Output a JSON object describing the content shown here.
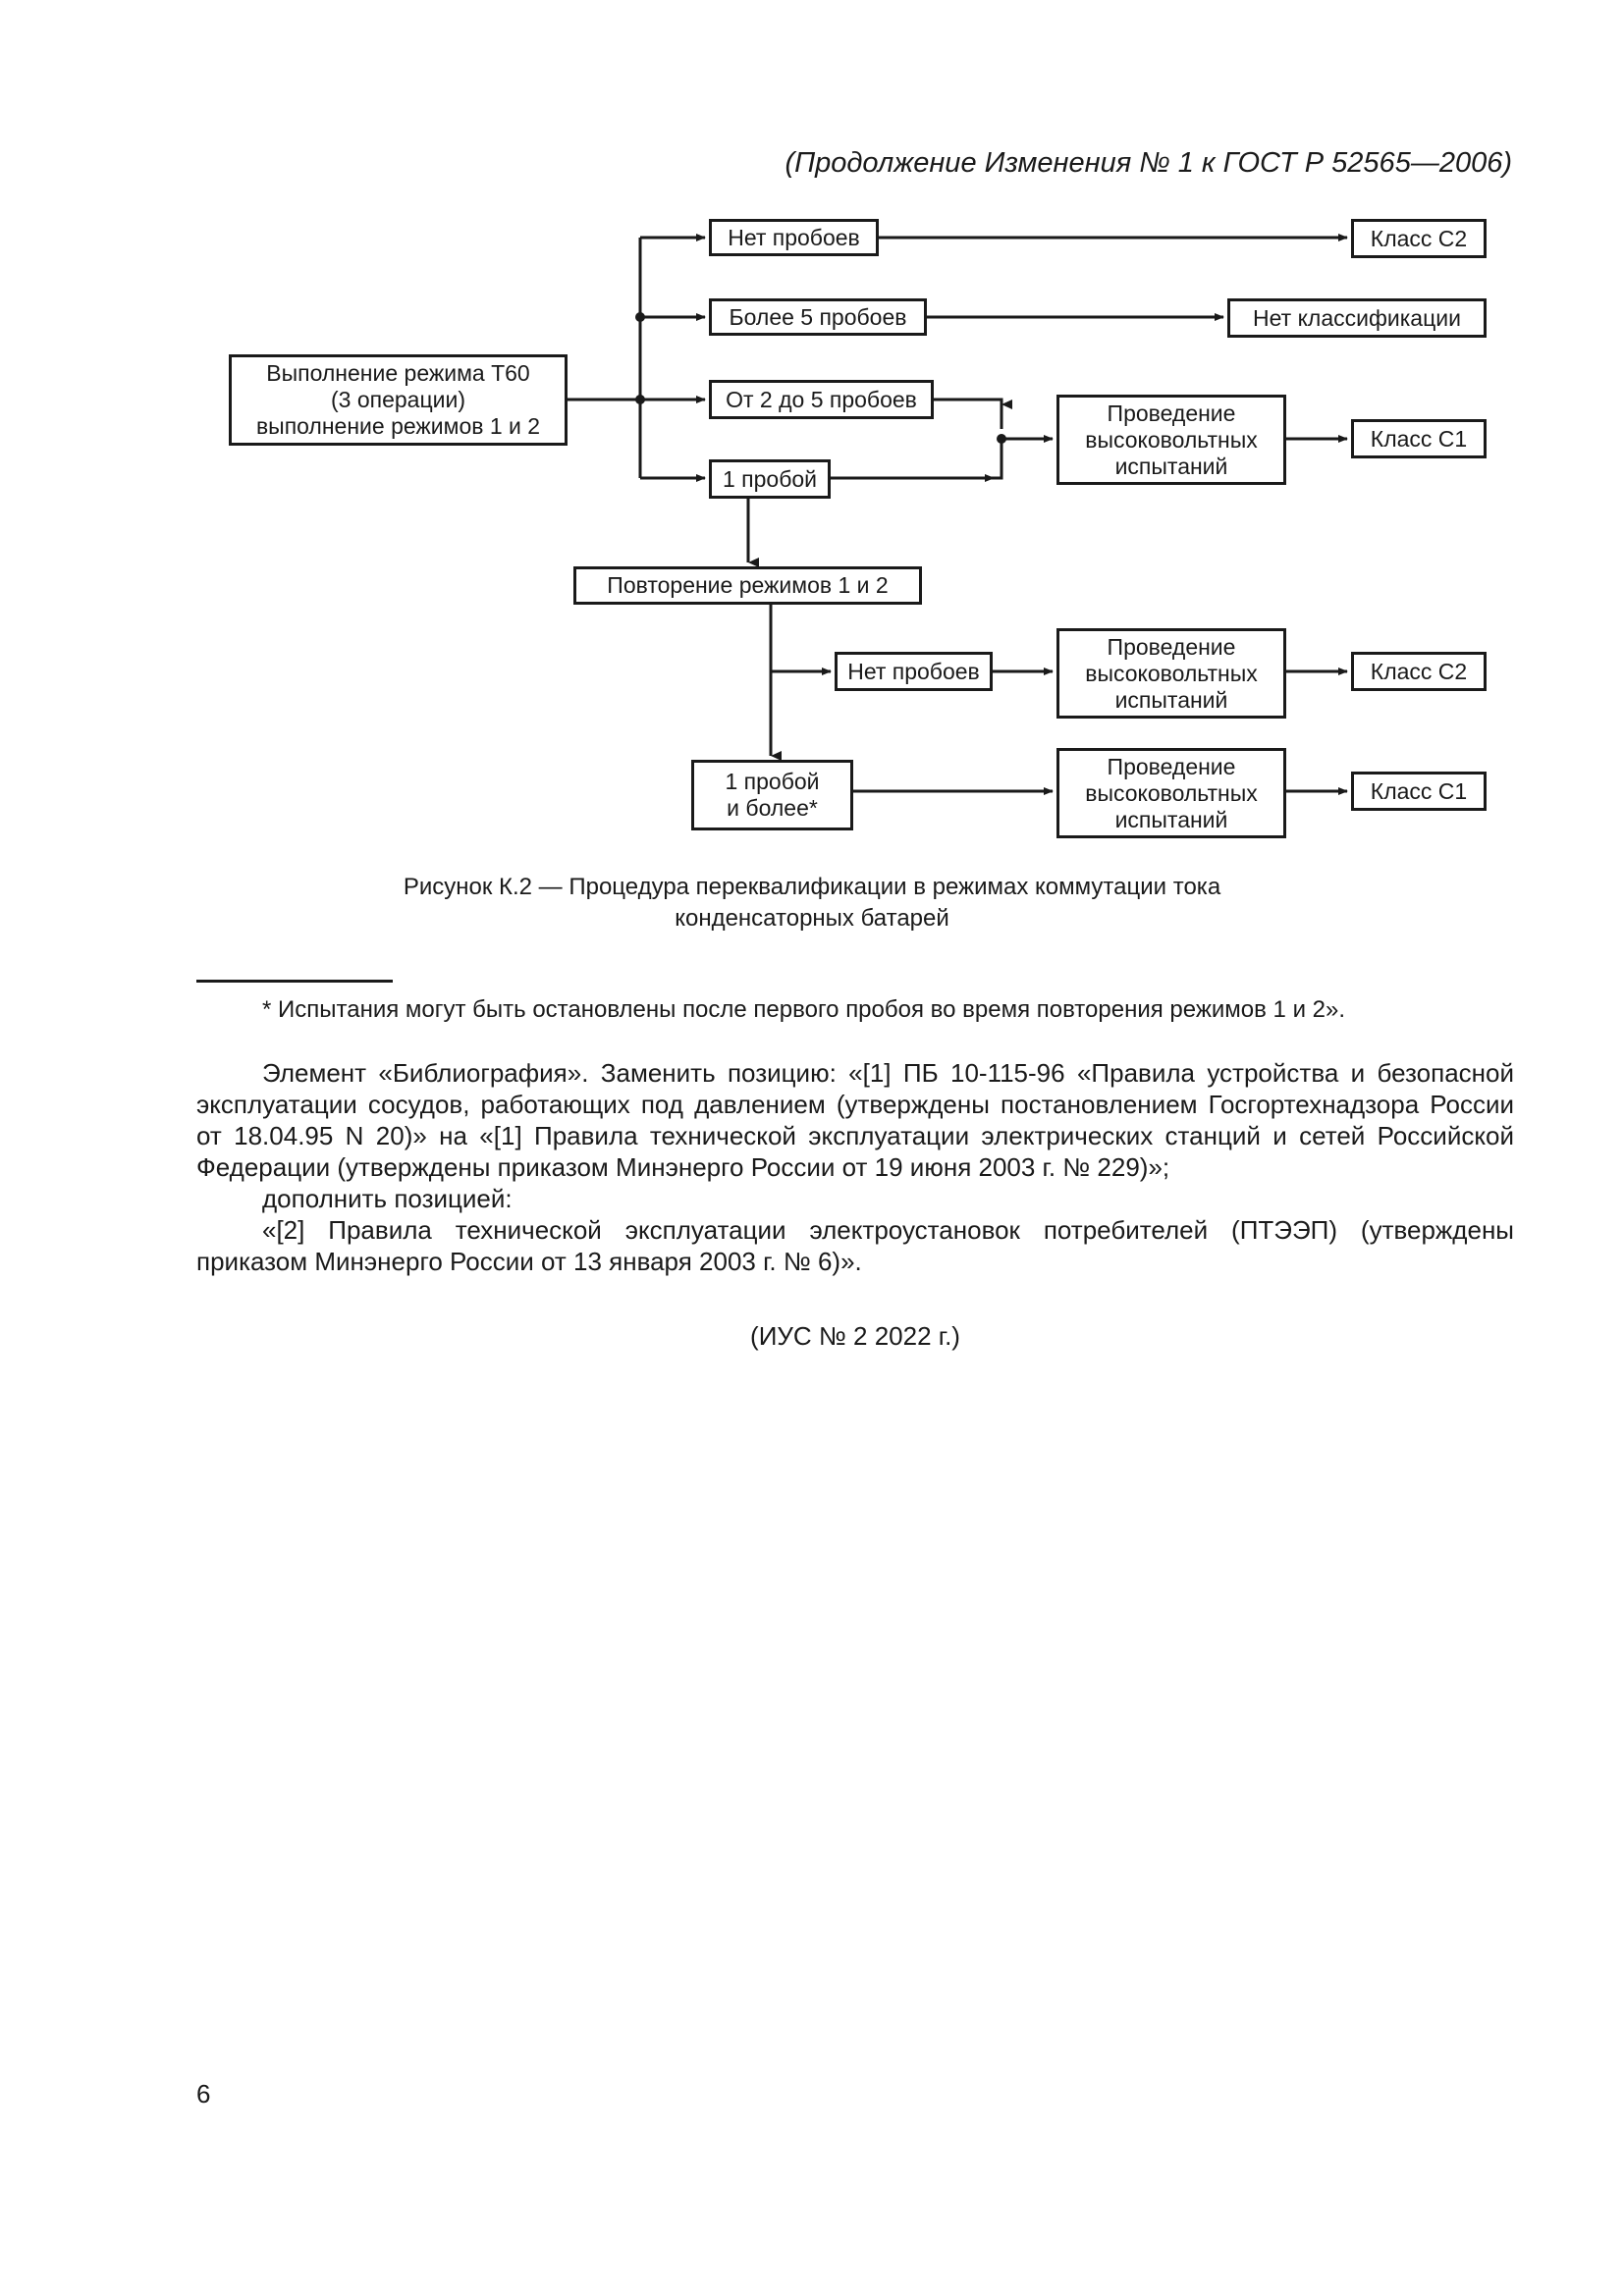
{
  "header": {
    "continuation": "(Продолжение Изменения № 1 к ГОСТ Р 52565—2006)"
  },
  "flowchart": {
    "start": "Выполнение режима Т60\n(3 операции)\nвыполнение режимов 1 и 2",
    "no_breakdowns": "Нет пробоев",
    "more_than_5": "Более 5 пробоев",
    "from_2_to_5": "От 2 до 5 пробоев",
    "one_breakdown": "1 пробой",
    "class_c2_top": "Класс С2",
    "no_classification": "Нет классификации",
    "hv_test_1": "Проведение\nвысоковольтных\nиспытаний",
    "class_c1_top": "Класс С1",
    "repeat_modes": "Повторение режимов 1 и 2",
    "no_breakdowns_2": "Нет пробоев",
    "hv_test_2": "Проведение\nвысоковольтных\nиспытаний",
    "class_c2_bottom": "Класс С2",
    "one_or_more": "1 пробой\nи более*",
    "hv_test_3": "Проведение\nвысоковольтных\nиспытаний",
    "class_c1_bottom": "Класс С1"
  },
  "caption": "Рисунок К.2 — Процедура переквалификации в режимах коммутации тока\nконденсаторных батарей",
  "footnote": "* Испытания могут быть остановлены после первого пробоя во время повторения режимов 1 и 2».",
  "body": {
    "para1": "Элемент «Библиография». Заменить позицию: «[1] ПБ 10-115-96 «Правила устройства и безопасной эксплуатации сосудов, работающих под давлением (утверждены постановлением Госгортехнадзора России от 18.04.95 N 20)» на «[1] Правила технической эксплуатации электрических станций и сетей Российской Федерации (утверждены приказом Минэнерго России от 19 июня 2003 г. № 229)»;",
    "para2": "дополнить позицией:",
    "para3": "«[2] Правила технической эксплуатации электроустановок потребителей (ПТЭЭП) (утверждены приказом Минэнерго России от 13 января 2003 г. № 6)»."
  },
  "ius": "(ИУС № 2  2022 г.)",
  "page_number": "6"
}
